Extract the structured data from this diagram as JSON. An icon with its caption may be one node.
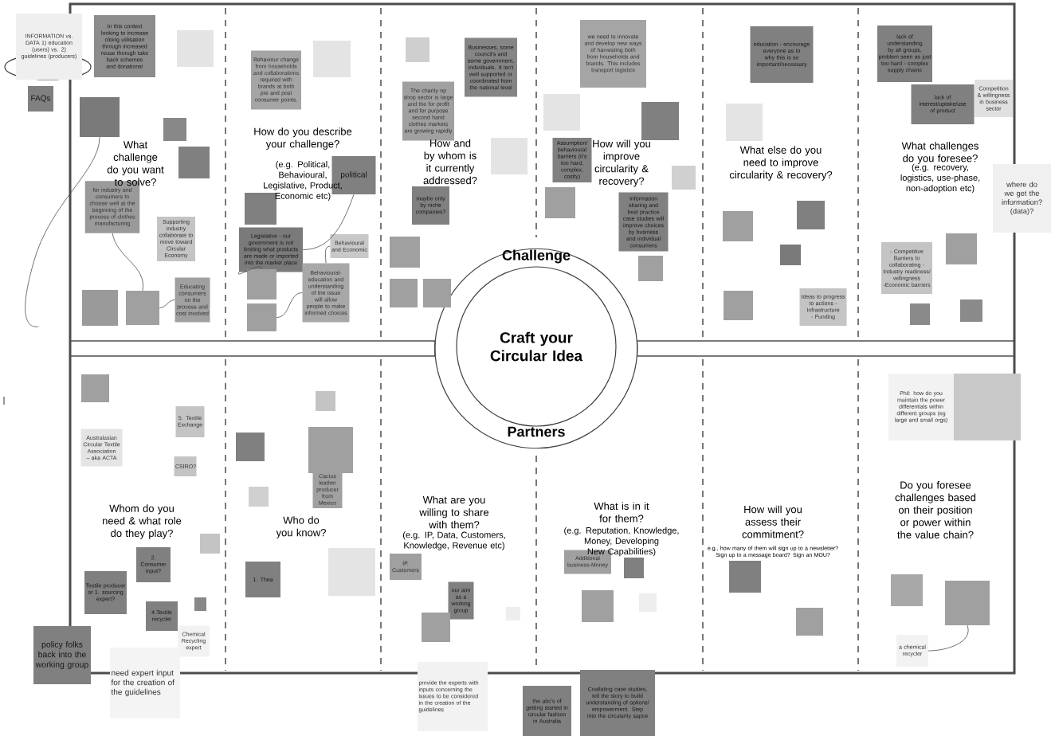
{
  "diagram": {
    "nodes": [
      {
        "text": [
          "INFORMATION vs. DATA 1) education (users) vs. 2) guidelines (producers)"
        ]
      },
      {
        "text": [
          "FAQs"
        ]
      },
      {
        "text": [
          "In this context looking to increase cloing utilisation through increased reuse thorugh take back schemes and donations!"
        ]
      },
      {
        "text": [],
        "shape": "box"
      },
      {
        "text": [],
        "shape": "box"
      },
      {
        "text": [],
        "shape": "box"
      },
      {
        "text": [],
        "shape": "box"
      },
      {
        "text": [
          "for industry and consumers to choose well at the beginning of the process of clothes manufacturing"
        ]
      },
      {
        "text": [
          "Supporting industry collaborate to move toward Circular Economy"
        ]
      },
      {
        "text": [],
        "shape": "box"
      },
      {
        "text": [],
        "shape": "box"
      },
      {
        "text": [
          "Educating consumers on the process and cost involved"
        ]
      },
      {
        "text": [],
        "shape": "box"
      },
      {
        "text": [
          "Behaviour change from households and collaborations required with brands at both pre and post consumer points."
        ]
      },
      {
        "text": [
          "political"
        ]
      },
      {
        "text": [],
        "shape": "box"
      },
      {
        "text": [
          "Legislative - our government is not limiting what products are made or imported into the market place"
        ]
      },
      {
        "text": [
          "Behavioural and Economic"
        ]
      },
      {
        "text": [],
        "shape": "box"
      },
      {
        "text": [
          "Behavioural- education and understanding of the issue will allow people to make informed choices"
        ]
      },
      {
        "text": [],
        "shape": "box"
      },
      {
        "text": [],
        "shape": "box"
      },
      {
        "text": [
          "Businesses, some council's and some government, individuals. It isn't well supported or coordinated from the national level"
        ]
      },
      {
        "text": [
          "The charity op shop sector is large and the for profit and for purpose second hand clothes markets are growing rapidly"
        ]
      },
      {
        "text": [],
        "shape": "box"
      },
      {
        "text": [
          "maybe only by niche companies?"
        ]
      },
      {
        "text": [],
        "shape": "box"
      },
      {
        "text": [],
        "shape": "box"
      },
      {
        "text": [],
        "shape": "box"
      },
      {
        "text": [
          "we need to innovate and develop new ways of harvesting both from households and brands. This includes transport logistics"
        ]
      },
      {
        "text": [],
        "shape": "box"
      },
      {
        "text": [],
        "shape": "box"
      },
      {
        "text": [
          "Assumption/ behavioural barriers (it's too hard, complex, costly)"
        ]
      },
      {
        "text": [],
        "shape": "box"
      },
      {
        "text": [],
        "shape": "box"
      },
      {
        "text": [
          "Information sharing and best practice case studies will improve choices by business and individual consumers"
        ]
      },
      {
        "text": [],
        "shape": "box"
      },
      {
        "text": [
          "education - encourage everyone as to why this is so important/necessary"
        ]
      },
      {
        "text": [],
        "shape": "box"
      },
      {
        "text": [],
        "shape": "box"
      },
      {
        "text": [],
        "shape": "box"
      },
      {
        "text": [],
        "shape": "box"
      },
      {
        "text": [],
        "shape": "box"
      },
      {
        "text": [
          "Ideas to progress to actions - Infrastructure - Funding"
        ]
      },
      {
        "text": [
          "lack of understanding by all groups, problem seen as just too hard - complex supply chains"
        ]
      },
      {
        "text": [
          "lack of interest/uptake/use of product"
        ]
      },
      {
        "text": [
          "Competition & willingness in business sector"
        ]
      },
      {
        "text": [
          "- Competitive Barriers to collaborating - Industry readiness/ willingness -Economic barriers"
        ]
      },
      {
        "text": [],
        "shape": "box"
      },
      {
        "text": [],
        "shape": "box"
      },
      {
        "text": [],
        "shape": "box"
      },
      {
        "text": [
          "where do we get the information? (data)?"
        ]
      },
      {
        "text": [
          "Craft your Circular Idea"
        ]
      },
      {
        "text": [],
        "shape": "box"
      },
      {
        "text": [
          "Australasian Circular Textile Association – aka ACTA"
        ]
      },
      {
        "text": [
          "5. Textile Exchange"
        ]
      },
      {
        "text": [
          "CSIRO?"
        ]
      },
      {
        "text": [],
        "shape": "box"
      },
      {
        "text": [
          "2. Consumer input?"
        ]
      },
      {
        "text": [
          "Textile producer or 1. sourcing expert?"
        ]
      },
      {
        "text": [],
        "shape": "box"
      },
      {
        "text": [
          "4.Textile recycler"
        ]
      },
      {
        "text": [
          "Chemical Recycling expert"
        ]
      },
      {
        "text": [],
        "shape": "box"
      },
      {
        "text": [],
        "shape": "box"
      },
      {
        "text": [],
        "shape": "box"
      },
      {
        "text": [
          "Cactus leather producer from Mexico"
        ]
      },
      {
        "text": [],
        "shape": "box"
      },
      {
        "text": [
          "1. Thea"
        ]
      },
      {
        "text": [],
        "shape": "box"
      },
      {
        "text": [
          "IP, Customers"
        ]
      },
      {
        "text": [
          "our aim as a working group"
        ]
      },
      {
        "text": [],
        "shape": "box"
      },
      {
        "text": [],
        "shape": "box"
      },
      {
        "text": [
          "Additional business-Money"
        ]
      },
      {
        "text": [],
        "shape": "box"
      },
      {
        "text": [],
        "shape": "box"
      },
      {
        "text": [],
        "shape": "box"
      },
      {
        "text": [],
        "shape": "box"
      },
      {
        "text": [],
        "shape": "box"
      },
      {
        "text": [
          "Phil: how do you maintain the power differentials within different groups (eg large and small orgs)"
        ]
      },
      {
        "text": [],
        "shape": "box"
      },
      {
        "text": [],
        "shape": "box"
      },
      {
        "text": [],
        "shape": "box"
      },
      {
        "text": [
          "a chemical recycler"
        ]
      },
      {
        "text": [
          "policy folks back into the working group"
        ]
      },
      {
        "text": [
          "need expert input for the creation of the guidelines"
        ]
      },
      {
        "text": [
          "provide the experts with inputs concerning the issues to be considered in the creation of the guidelines"
        ]
      },
      {
        "text": [
          "the abc's of getting started in circular fashion in Australia"
        ]
      },
      {
        "text": [
          "Coallating case studies, tell the story to build understanding of options/ empowerment. Step into the circularity sapce"
        ]
      }
    ],
    "edges": [
      {
        "from": 7,
        "to": 10,
        "arrow": "none"
      },
      {
        "from": 11,
        "to": 10,
        "arrow": "none"
      },
      {
        "from": 14,
        "to": 16,
        "arrow": "none"
      },
      {
        "from": 16,
        "to": 18,
        "arrow": "none"
      },
      {
        "from": 19,
        "to": 17,
        "arrow": "none"
      },
      {
        "from": 19,
        "to": 20,
        "arrow": "none"
      },
      {
        "from": 84,
        "to": 83,
        "arrow": "none"
      },
      {
        "from": 4,
        "to": null,
        "arrow": "none"
      }
    ],
    "labels": [
      "What challenge do you want to solve?",
      "How do you describe your challenge?",
      "(e.g. Political, Behavioural, Legislative, Product, Economic etc)",
      "How and by whom is it currently addressed?",
      "How will you improve circularity & recovery?",
      "What else do you need to improve circularity & recovery?",
      "What challenges do you foresee?",
      "(e.g. recovery, logistics, use-phase, non-adoption etc)",
      "Challenge",
      "Partners",
      "Whom do you need & what role do they play?",
      "Who do you know?",
      "What are you willing to share with them?",
      "(e.g. IP, Data, Customers, Knowledge, Revenue etc)",
      "What is in it for them?",
      "(e.g. Reputation, Knowledge, Money, Developing New Capabilities)",
      "How will you assess their commitment?",
      "e.g., how many of them will sign up to a newsletter? Sign up to a message board? Sign an MOU?",
      "Do you foresee challenges based on their position or power within the value chain?"
    ]
  }
}
